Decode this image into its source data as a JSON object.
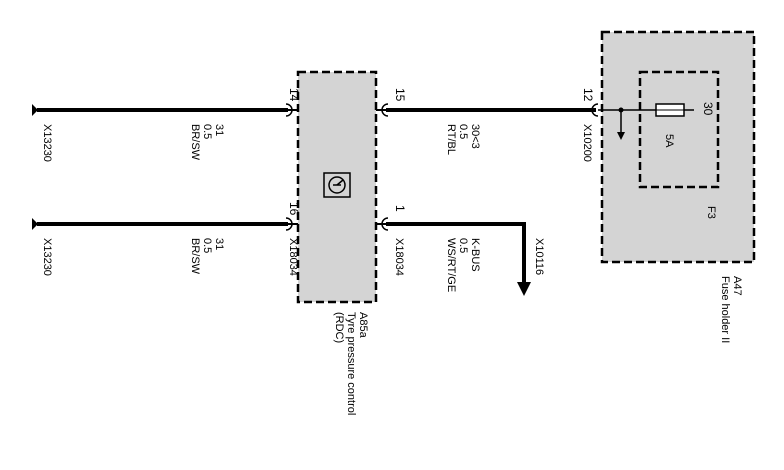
{
  "colors": {
    "wire": "#000000",
    "component_fill": "#d4d4d4",
    "background": "#ffffff"
  },
  "connectors": {
    "left_top": "X13230",
    "left_bottom": "X13230",
    "rdc_left": "X18034",
    "rdc_right": "X18034",
    "fuse_in": "X10200",
    "bus": "X10116"
  },
  "wires": {
    "top_left": {
      "number": "31",
      "size": "0.5",
      "color": "BR/SW"
    },
    "bottom_left": {
      "number": "31",
      "size": "0.5",
      "color": "BR/SW"
    },
    "top_right": {
      "number": "30<3",
      "size": "0.5",
      "color": "RT/BL"
    },
    "bottom_right": {
      "number": "K-BUS",
      "size": "0.5",
      "color": "WS/RT/GE"
    }
  },
  "pins": {
    "rdc_top_left": "14",
    "rdc_bottom_left": "16",
    "rdc_top_right": "15",
    "rdc_bottom_right": "1",
    "fuse_connector": "12",
    "fuse_terminal": "30"
  },
  "components": {
    "rdc": {
      "id": "A85a",
      "name_line1": "Tyre pressure control",
      "name_line2": "(RDC)"
    },
    "fuse_holder": {
      "id": "A47",
      "name": "Fuse holder II"
    },
    "fuse": {
      "id": "F3",
      "rating": "5A"
    }
  }
}
